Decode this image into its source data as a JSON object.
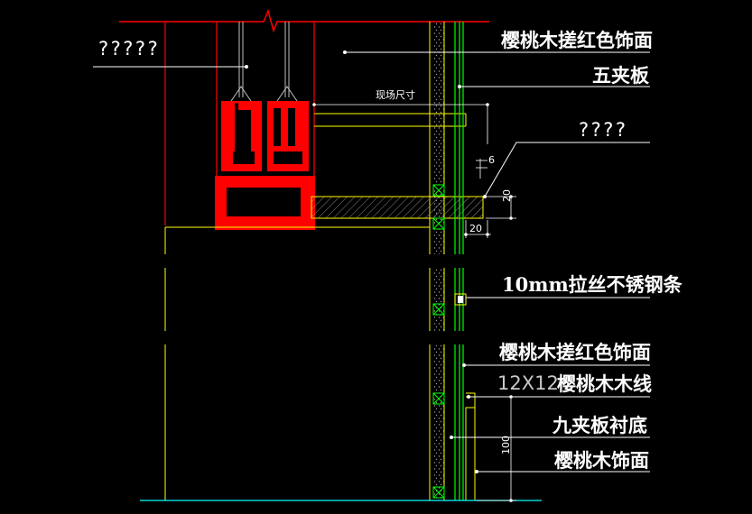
{
  "labels": {
    "finish_top": "樱桃木搓红色饰面",
    "five_ply": "五夹板",
    "unknown_left": "?????",
    "unknown_right": "????",
    "site_size": "现场尺寸",
    "steel_strip": "10mm拉丝不锈钢条",
    "finish_mid": "樱桃木搓红色饰面",
    "wood_line_prefix": "12X12",
    "wood_line": "樱桃木木线",
    "nine_ply": "九夹板衬底",
    "veneer": "樱桃木饰面"
  },
  "dimensions": {
    "d6": "6",
    "d20_vertical": "20",
    "d20_horizontal": "20",
    "d100": "100"
  },
  "colors": {
    "background": "#000000",
    "red": "#ff0000",
    "yellow": "#ffff00",
    "green": "#00ff00",
    "cyan": "#00ffff",
    "white": "#ffffff",
    "gray": "#9a9a9a"
  }
}
